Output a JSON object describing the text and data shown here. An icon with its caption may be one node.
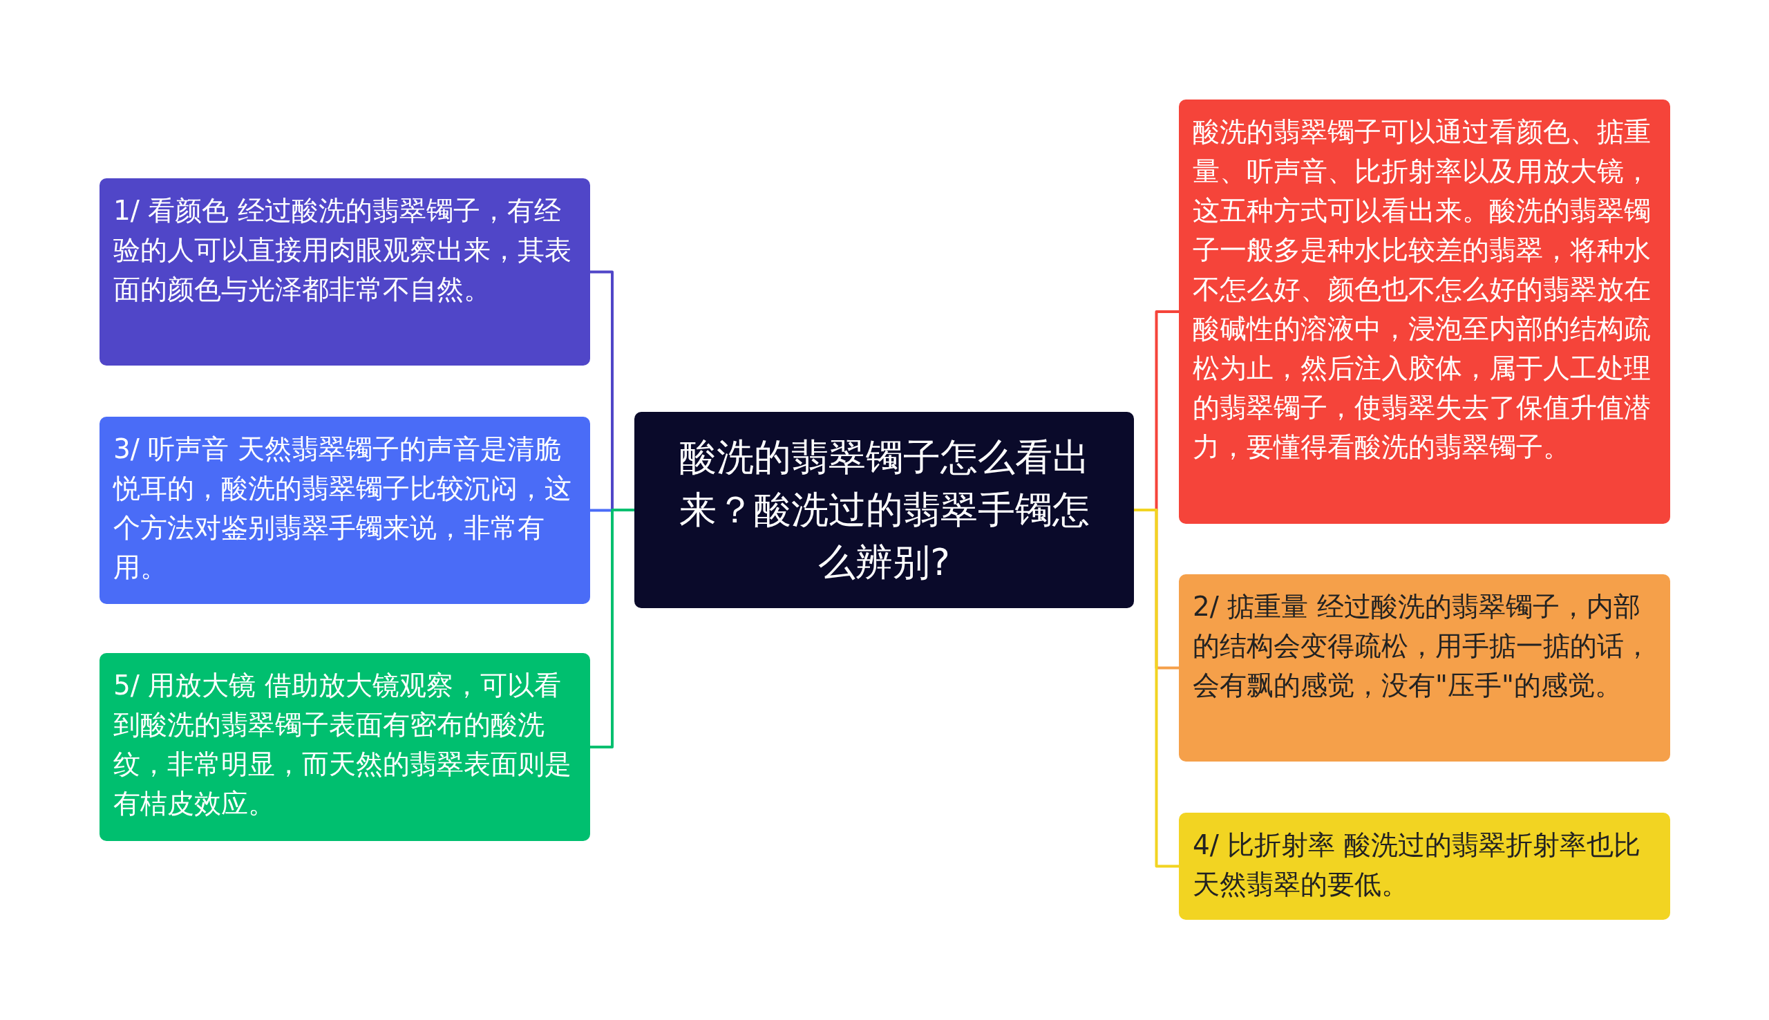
{
  "diagram": {
    "nodes": [
      {
        "text": [
          "酸洗的翡翠镯子怎么看出来？酸洗过的翡翠手镯怎么辨别?"
        ]
      },
      {
        "text": [
          "1/ 看颜色 经过酸洗的翡翠镯子，有经验的人可以直接用肉眼观察出来，其表面的颜色与光泽都非常不自然。"
        ]
      },
      {
        "text": [
          "3/ 听声音 天然翡翠镯子的声音是清脆悦耳的，酸洗的翡翠镯子比较沉闷，这个方法对鉴别翡翠手镯来说，非常有用。"
        ]
      },
      {
        "text": [
          "5/ 用放大镜 借助放大镜观察，可以看到酸洗的翡翠镯子表面有密布的酸洗纹，非常明显，而天然的翡翠表面则是有桔皮效应。"
        ]
      },
      {
        "text": [
          "酸洗的翡翠镯子可以通过看颜色、掂重量、听声音、比折射率以及用放大镜，这五种方式可以看出来。酸洗的翡翠镯子一般多是种水比较差的翡翠，将种水不怎么好、颜色也不怎么好的翡翠放在酸碱性的溶液中，浸泡至内部的结构疏松为止，然后注入胶体，属于人工处理的翡翠镯子，使翡翠失去了保值升值潜力，要懂得看酸洗的翡翠镯子。"
        ]
      },
      {
        "text": [
          "2/ 掂重量 经过酸洗的翡翠镯子，内部的结构会变得疏松，用手掂一掂的话，会有飘的感觉，没有\"压手\"的感觉。"
        ]
      },
      {
        "text": [
          "4/ 比折射率 酸洗过的翡翠折射率也比天然翡翠的要低。"
        ]
      }
    ],
    "edges": [
      {
        "from": 0,
        "to": 1,
        "arrow": "none",
        "color": "#5046c8"
      },
      {
        "from": 0,
        "to": 2,
        "arrow": "none",
        "color": "#4a6cf7"
      },
      {
        "from": 0,
        "to": 3,
        "arrow": "none",
        "color": "#00bf6f"
      },
      {
        "from": 0,
        "to": 4,
        "arrow": "none",
        "color": "#f5443a"
      },
      {
        "from": 0,
        "to": 5,
        "arrow": "none",
        "color": "#f5a04a"
      },
      {
        "from": 0,
        "to": 6,
        "arrow": "none",
        "color": "#f2d422"
      }
    ]
  }
}
